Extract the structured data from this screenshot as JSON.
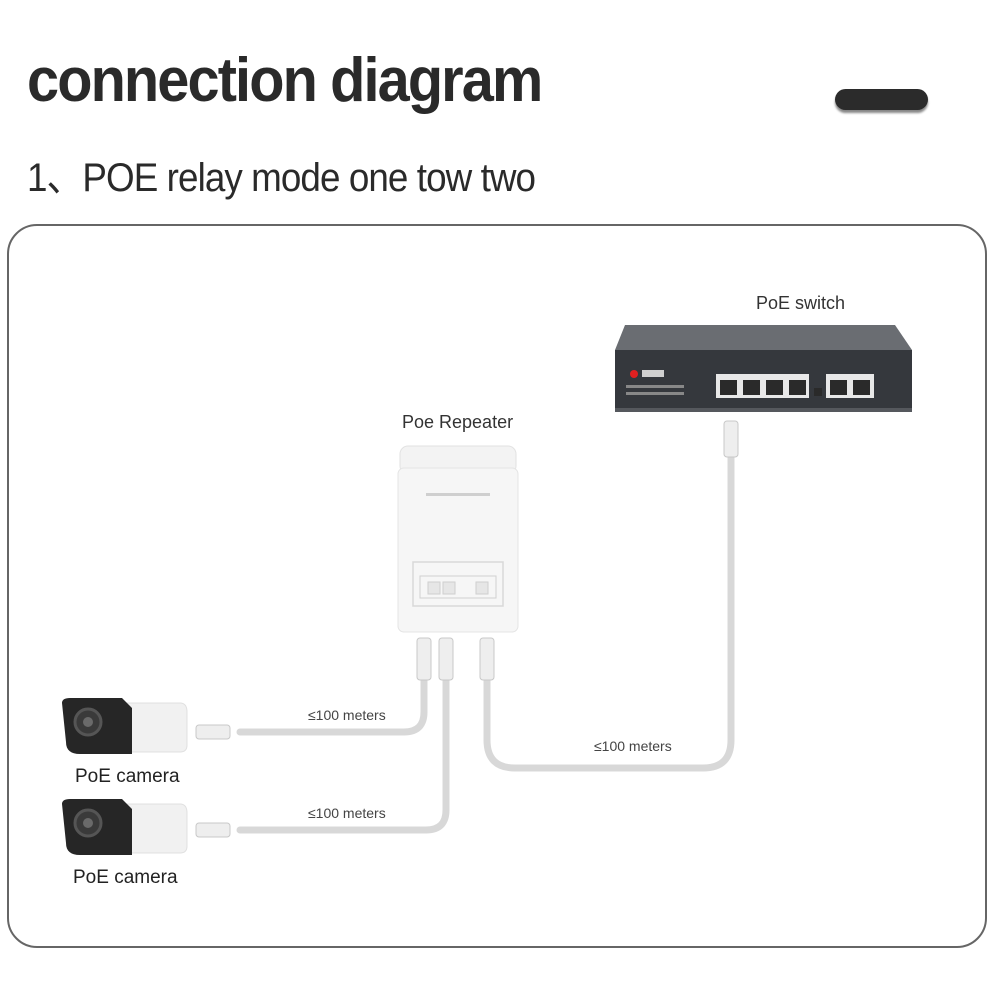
{
  "header": {
    "title": "connection diagram",
    "subtitle": "1、POE relay mode one tow two"
  },
  "devices": {
    "switch": {
      "label": "PoE switch",
      "icon": "network-switch-icon"
    },
    "repeater": {
      "label": "Poe Repeater",
      "icon": "poe-extender-icon"
    },
    "cameras": [
      {
        "label": "PoE camera",
        "icon": "bullet-camera-icon"
      },
      {
        "label": "PoE camera",
        "icon": "bullet-camera-icon"
      }
    ]
  },
  "links": [
    {
      "from": "repeater",
      "to": "camera-1",
      "label": "≤100 meters"
    },
    {
      "from": "repeater",
      "to": "camera-2",
      "label": "≤100 meters"
    },
    {
      "from": "switch",
      "to": "repeater",
      "label": "≤100 meters"
    }
  ],
  "colors": {
    "cable": "#d6d6d6",
    "switch_body": "#3a3d42",
    "frame": "#666666",
    "accent_red": "#e02020"
  }
}
